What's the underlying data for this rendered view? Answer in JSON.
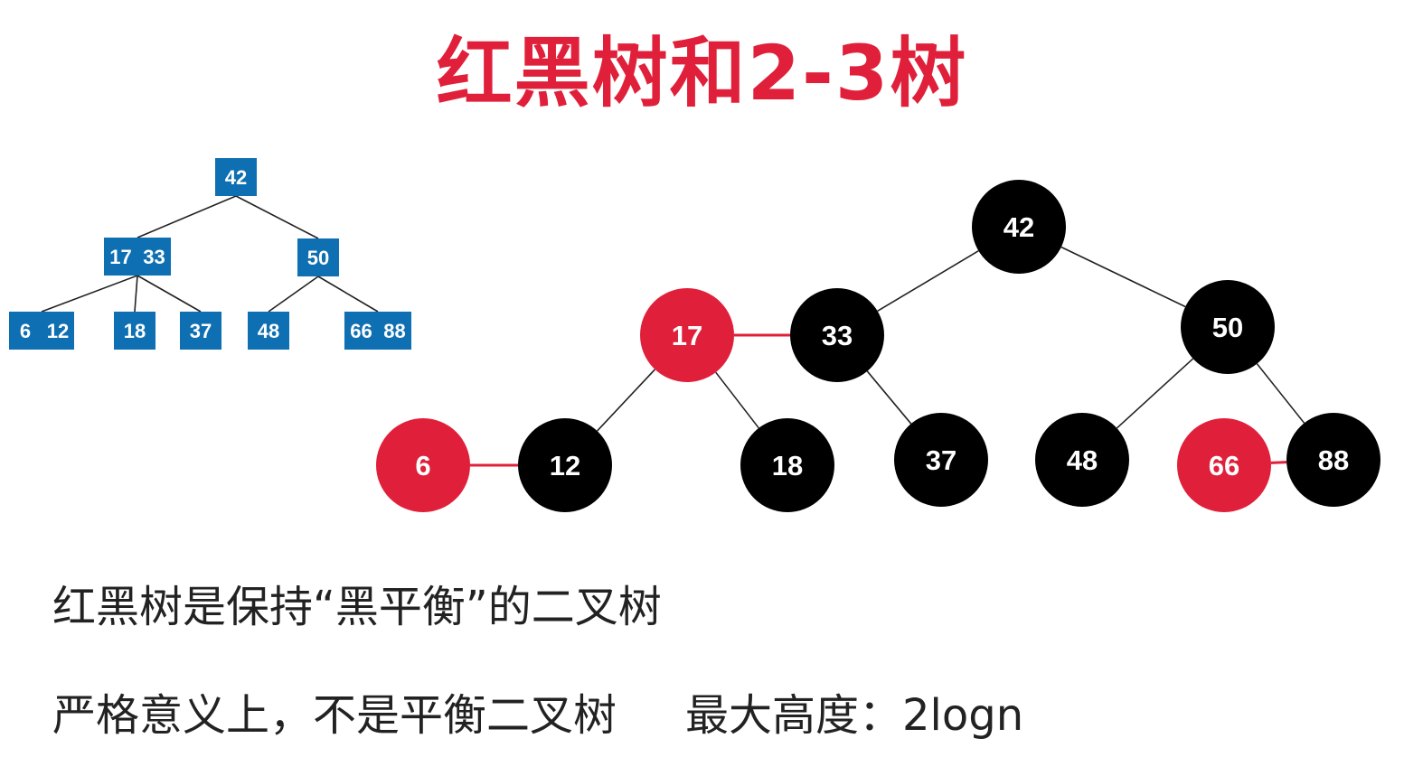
{
  "title": "红黑树和2-3树",
  "colors": {
    "title": "#e0203a",
    "box": "#0e6fb2",
    "red_node": "#e0203a",
    "black_node": "#000000",
    "edge": "#222222",
    "red_link": "#e0203a"
  },
  "tree23": {
    "nodes": [
      {
        "id": "n42",
        "keys": [
          "42"
        ]
      },
      {
        "id": "n1733",
        "keys": [
          "17",
          "33"
        ]
      },
      {
        "id": "n50",
        "keys": [
          "50"
        ]
      },
      {
        "id": "n612",
        "keys": [
          "6",
          "12"
        ]
      },
      {
        "id": "n18",
        "keys": [
          "18"
        ]
      },
      {
        "id": "n37",
        "keys": [
          "37"
        ]
      },
      {
        "id": "n48",
        "keys": [
          "48"
        ]
      },
      {
        "id": "n6688",
        "keys": [
          "66",
          "88"
        ]
      }
    ],
    "edges": [
      [
        "n42",
        "n1733"
      ],
      [
        "n42",
        "n50"
      ],
      [
        "n1733",
        "n612"
      ],
      [
        "n1733",
        "n18"
      ],
      [
        "n1733",
        "n37"
      ],
      [
        "n50",
        "n48"
      ],
      [
        "n50",
        "n6688"
      ]
    ]
  },
  "redblack": {
    "nodes": [
      {
        "id": "r42",
        "key": "42",
        "color": "black"
      },
      {
        "id": "r17",
        "key": "17",
        "color": "red"
      },
      {
        "id": "r33",
        "key": "33",
        "color": "black"
      },
      {
        "id": "r50",
        "key": "50",
        "color": "black"
      },
      {
        "id": "r6",
        "key": "6",
        "color": "red"
      },
      {
        "id": "r12",
        "key": "12",
        "color": "black"
      },
      {
        "id": "r18",
        "key": "18",
        "color": "black"
      },
      {
        "id": "r37",
        "key": "37",
        "color": "black"
      },
      {
        "id": "r48",
        "key": "48",
        "color": "black"
      },
      {
        "id": "r66",
        "key": "66",
        "color": "red"
      },
      {
        "id": "r88",
        "key": "88",
        "color": "black"
      }
    ],
    "edges": [
      {
        "from": "r42",
        "to": "r33",
        "red": false
      },
      {
        "from": "r42",
        "to": "r50",
        "red": false
      },
      {
        "from": "r17",
        "to": "r33",
        "red": true
      },
      {
        "from": "r17",
        "to": "r12",
        "red": false
      },
      {
        "from": "r17",
        "to": "r18",
        "red": false
      },
      {
        "from": "r33",
        "to": "r37",
        "red": false
      },
      {
        "from": "r6",
        "to": "r12",
        "red": true
      },
      {
        "from": "r50",
        "to": "r48",
        "red": false
      },
      {
        "from": "r50",
        "to": "r88",
        "red": false
      },
      {
        "from": "r66",
        "to": "r88",
        "red": true
      }
    ]
  },
  "captions": {
    "line1": "红黑树是保持“黑平衡”的二叉树",
    "line2a": "严格意义上，不是平衡二叉树",
    "line2b": "最大高度：2logn"
  }
}
